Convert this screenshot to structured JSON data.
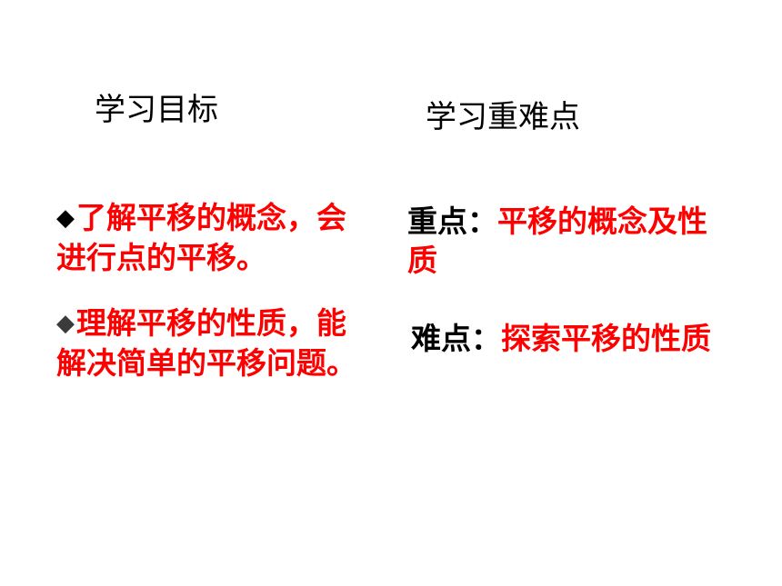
{
  "headings": {
    "objectives": "学习目标",
    "key_difficult": "学习重难点"
  },
  "objectives": [
    {
      "bullet": "◆",
      "text": "了解平移的概念，会进行点的平移。"
    },
    {
      "bullet": "◆",
      "text": "理解平移的性质，能解决简单的平移问题。"
    }
  ],
  "key_point": {
    "label": "重点：",
    "text": "平移的概念及性质"
  },
  "difficult_point": {
    "label": "难点：",
    "text": "探索平移的性质"
  },
  "colors": {
    "accent": "#ff0000",
    "text": "#000000",
    "bullet_second": "#3b3b3b"
  }
}
